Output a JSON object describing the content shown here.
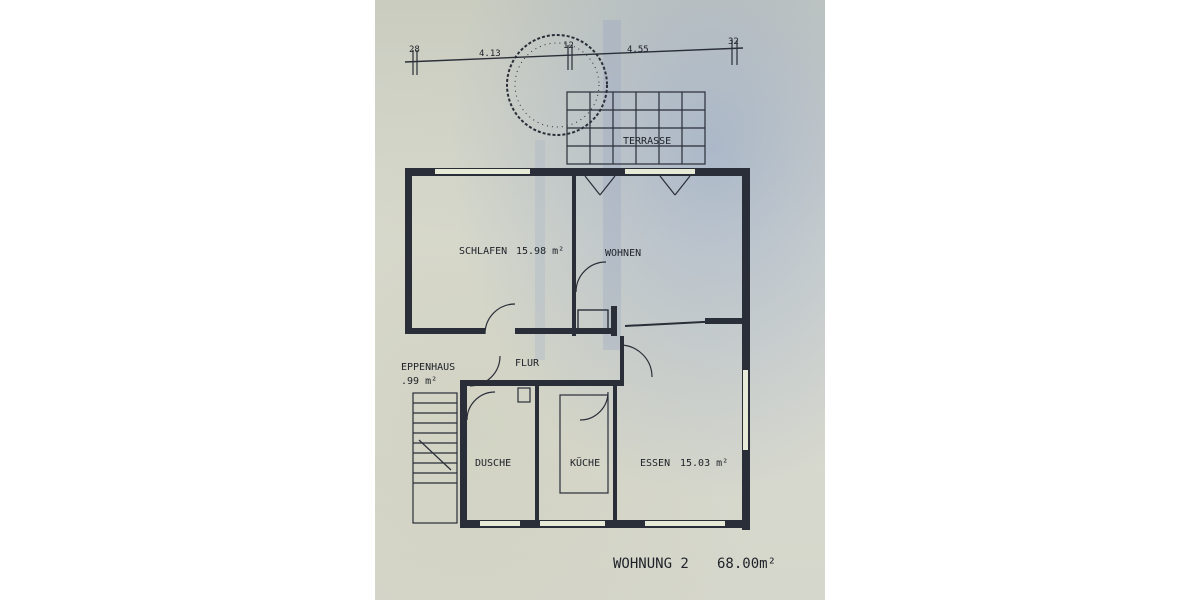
{
  "dimensions": {
    "d_left": "28",
    "d_a": "4.13",
    "d_mid": "12",
    "d_b": "4.55",
    "d_right": "32"
  },
  "rooms": {
    "terrasse": "TERRASSE",
    "schlafen": "SCHLAFEN",
    "schlafen_area": "15.98 m²",
    "wohnen": "WOHNEN",
    "flur": "FLUR",
    "treppenhaus": "EPPENHAUS",
    "treppenhaus_area": ".99 m²",
    "dusche": "DUSCHE",
    "kueche": "KÜCHE",
    "essen": "ESSEN",
    "essen_area": "15.03 m²"
  },
  "summary": {
    "label": "WOHNUNG 2",
    "area": "68.00m²"
  },
  "colors": {
    "wall": "#2a2e38",
    "paper": "#d9dbd0",
    "water_stain": "#8ca0c8"
  }
}
